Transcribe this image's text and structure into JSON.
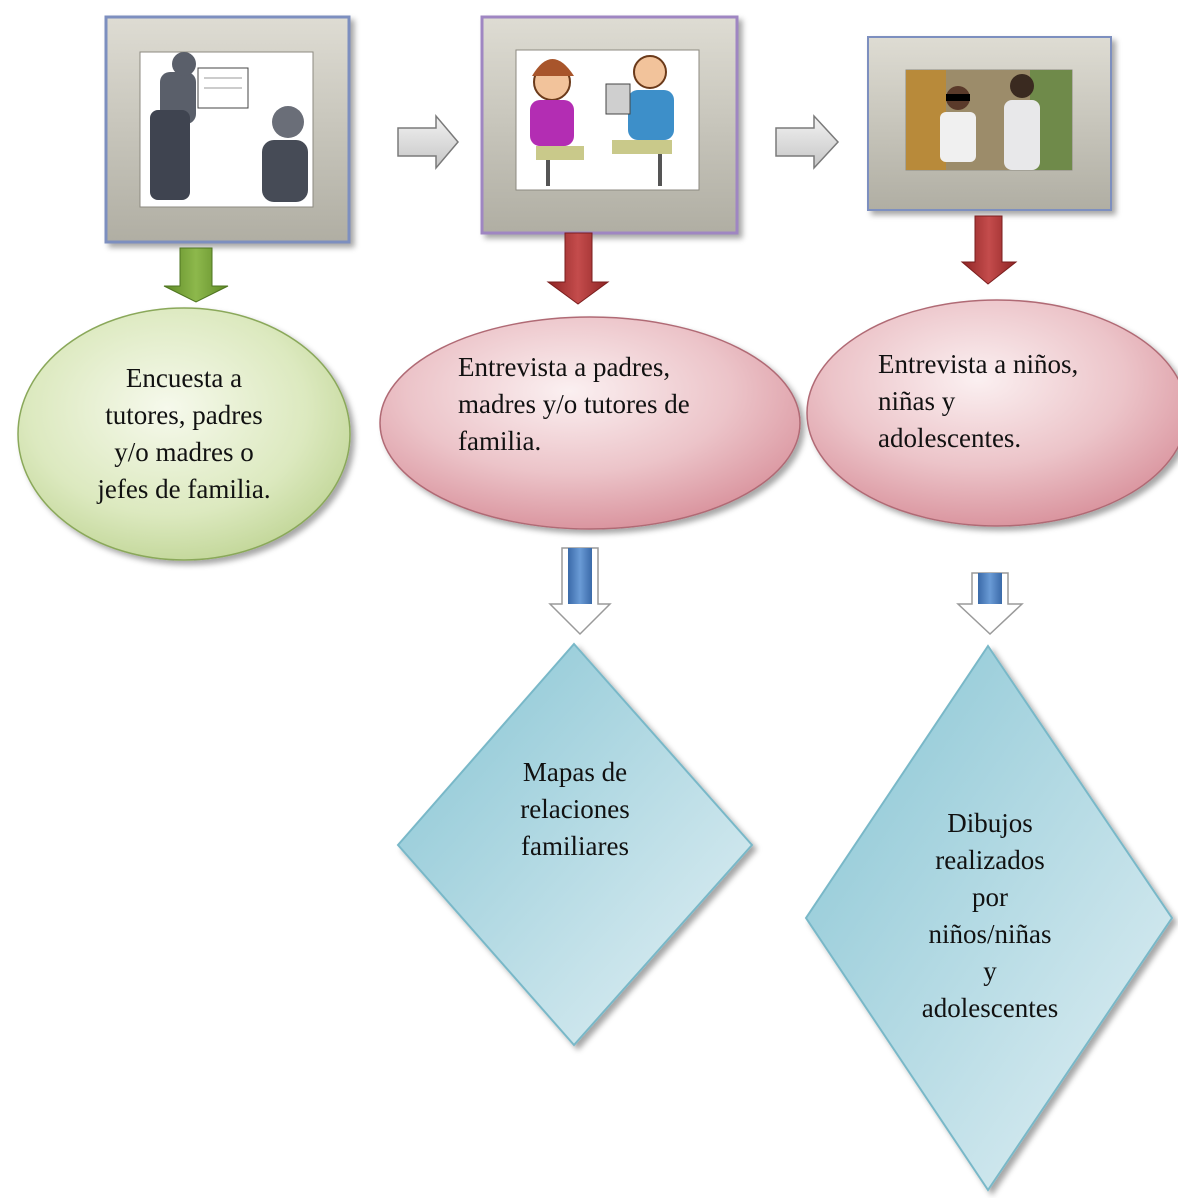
{
  "steps": [
    {
      "id": "encuesta",
      "picture": "pictograma: dos personas con un formulario de encuesta",
      "shape": "ellipse",
      "text": "Encuesta a\ntutores, padres\ny/o madres o\njefes de familia.",
      "color": "#b7d18a"
    },
    {
      "id": "entrevista-padres",
      "picture": "pictograma: dos personas sentadas conversando",
      "shape": "ellipse",
      "text": "Entrevista a padres,\nmadres y/o tutores de\nfamilia.",
      "color": "#d98a96",
      "output": "Mapas de\nrelaciones\nfamiliares"
    },
    {
      "id": "entrevista-ninos",
      "picture": "fotografía: mujer entrevistando a un niño",
      "shape": "ellipse",
      "text": "Entrevista a niños,\nniñas y\nadolescentes.",
      "color": "#d98a96",
      "output": "Dibujos\nrealizados\npor\nniños/niñas\ny\nadolescentes"
    }
  ],
  "colors": {
    "green_arrow": "#7aa23a",
    "red_arrow": "#b03a3a",
    "blue_arrow": "#4a7fbf",
    "gray_arrow": "#bdbdbd",
    "diamond": "#8fcbd8",
    "frame": "#c4c2b8"
  }
}
